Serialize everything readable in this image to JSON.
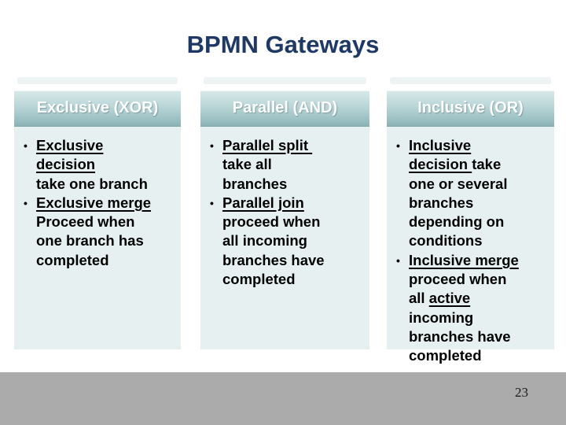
{
  "slide": {
    "title": "BPMN Gateways",
    "page_number": "23"
  },
  "colors": {
    "title_color": "#1F3864",
    "header_text": "#FFFFFF",
    "header_gradient_top": "#D8E9E9",
    "header_gradient_bottom": "#8BB2B6",
    "panel_bg": "#E7F0F1",
    "body_text": "#000000",
    "footer_band": "#ABABAB",
    "glow_strip": "#EEF3F3"
  },
  "columns": [
    {
      "header": "Exclusive (XOR)",
      "bullets": [
        [
          {
            "t": "Exclusive",
            "u": true,
            "br": true
          },
          {
            "t": "decision",
            "u": true,
            "br": true
          },
          {
            "t": "take one branch",
            "u": false,
            "br": false
          }
        ],
        [
          {
            "t": "Exclusive merge",
            "u": true,
            "br": true
          },
          {
            "t": "Proceed when",
            "u": false,
            "br": true
          },
          {
            "t": "one branch has",
            "u": false,
            "br": true
          },
          {
            "t": "completed",
            "u": false,
            "br": false
          }
        ]
      ]
    },
    {
      "header": "Parallel (AND)",
      "bullets": [
        [
          {
            "t": "Parallel split ",
            "u": true,
            "br": true
          },
          {
            "t": "take all",
            "u": false,
            "br": true
          },
          {
            "t": "branches",
            "u": false,
            "br": false
          }
        ],
        [
          {
            "t": "Parallel join",
            "u": true,
            "br": true
          },
          {
            "t": "proceed when",
            "u": false,
            "br": true
          },
          {
            "t": "all incoming",
            "u": false,
            "br": true
          },
          {
            "t": "branches have",
            "u": false,
            "br": true
          },
          {
            "t": "completed",
            "u": false,
            "br": false
          }
        ]
      ]
    },
    {
      "header": "Inclusive (OR)",
      "bullets": [
        [
          {
            "t": "Inclusive",
            "u": true,
            "br": true
          },
          {
            "t": "decision ",
            "u": true,
            "br": false
          },
          {
            "t": "take",
            "u": false,
            "br": true
          },
          {
            "t": "one or several",
            "u": false,
            "br": true
          },
          {
            "t": "branches",
            "u": false,
            "br": true
          },
          {
            "t": "depending on",
            "u": false,
            "br": true
          },
          {
            "t": "conditions",
            "u": false,
            "br": false
          }
        ],
        [
          {
            "t": "Inclusive merge",
            "u": true,
            "br": true
          },
          {
            "t": "proceed when",
            "u": false,
            "br": true
          },
          {
            "t": "all ",
            "u": false,
            "br": false
          },
          {
            "t": "active",
            "u": true,
            "br": true
          },
          {
            "t": "incoming",
            "u": false,
            "br": true
          },
          {
            "t": "branches have",
            "u": false,
            "br": true
          },
          {
            "t": "completed",
            "u": false,
            "br": false
          }
        ]
      ]
    }
  ]
}
